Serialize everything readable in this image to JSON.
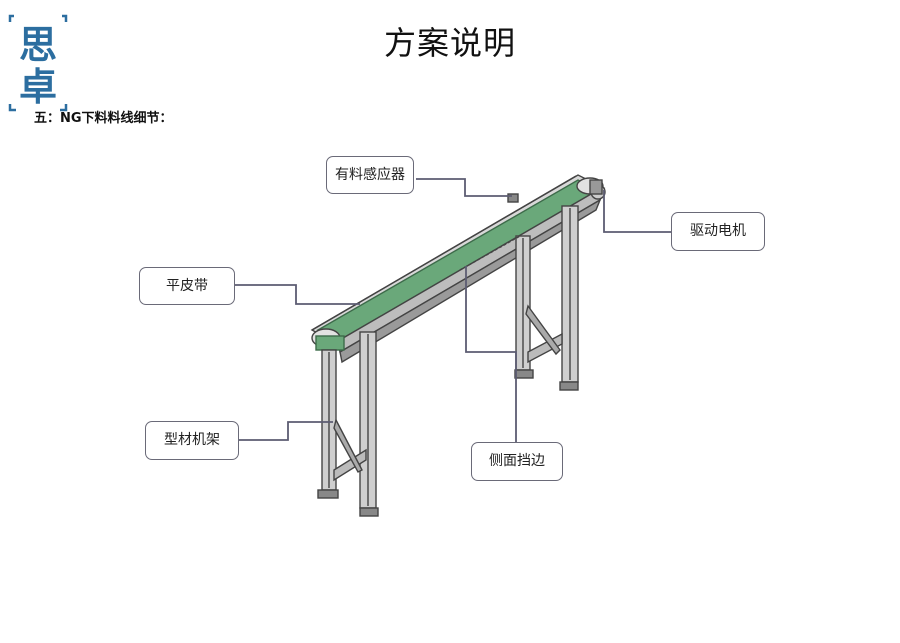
{
  "logo": {
    "chars": [
      "思",
      "卓"
    ],
    "color": "#2c6ea0"
  },
  "page": {
    "title": "方案说明",
    "section": "五：NG下料料线细节："
  },
  "callouts": {
    "sensor": "有料感应器",
    "motor": "驱动电机",
    "belt": "平皮带",
    "frame": "型材机架",
    "guard": "侧面挡边"
  },
  "colors": {
    "belt": "#6aa87a",
    "frame": "#555555",
    "leader": "#5c5c72"
  }
}
